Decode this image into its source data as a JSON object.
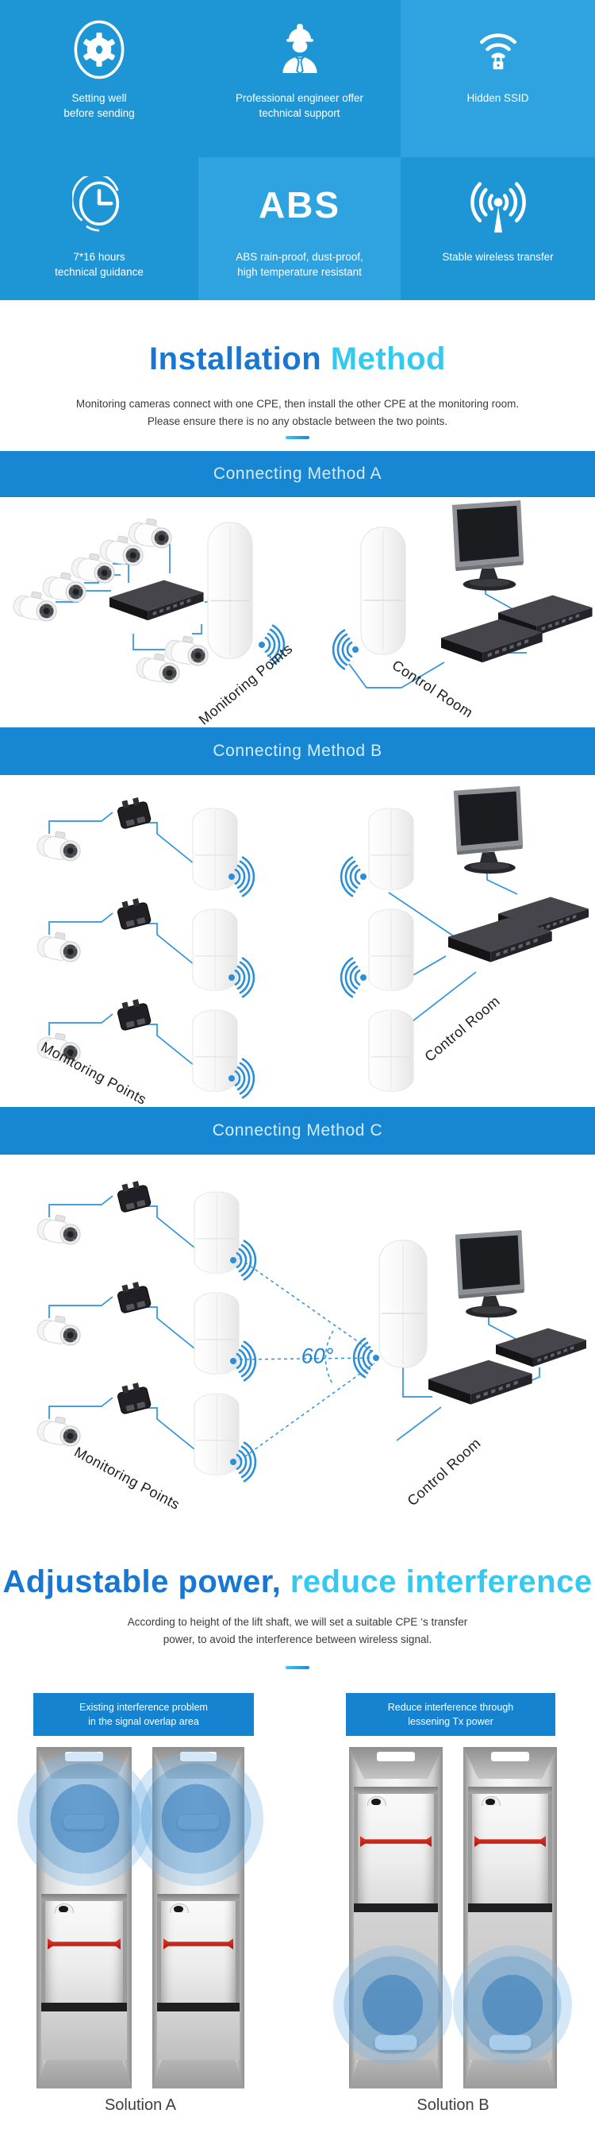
{
  "theme": {
    "base_blue": "#1E96D6",
    "light_tile_blue": "#2FA3DF",
    "banner_blue": "#1787D4",
    "solution_banner_blue": "#1583CF",
    "title_blue": "#1777D3",
    "title_cyan": "#35C9F0",
    "diagram_line_blue": "#2F93DC",
    "signal_blue": "#4A97D4",
    "red_bar": "#C22318"
  },
  "features": {
    "cells": [
      {
        "icon": "gear-icon",
        "label": "Setting well\nbefore sending"
      },
      {
        "icon": "engineer-icon",
        "label": "Professional engineer offer\ntechnical support"
      },
      {
        "icon": "wifi-lock-icon",
        "label": "Hidden SSID"
      },
      {
        "icon": "clock-icon",
        "label": "7*16 hours\ntechnical guidance"
      },
      {
        "icon": "abs-text",
        "big": "ABS",
        "label": "ABS rain-proof, dust-proof,\nhigh temperature resistant"
      },
      {
        "icon": "antenna-icon",
        "label": "Stable wireless transfer"
      }
    ]
  },
  "installation": {
    "title_primary": "Installation",
    "title_accent": " Method",
    "description": "Monitoring cameras connect with one CPE, then install the other CPE at the monitoring room.\nPlease ensure there is no any obstacle between the two points."
  },
  "methods": {
    "a": {
      "banner": "Connecting Method A",
      "monitoring_label": "Monitoring Points",
      "control_label": "Control Room"
    },
    "b": {
      "banner": "Connecting Method B",
      "monitoring_label": "Monitoring Points",
      "control_label": "Control Room"
    },
    "c": {
      "banner": "Connecting Method C",
      "monitoring_label": "Monitoring Points",
      "control_label": "Control Room",
      "angle_label": "60°"
    }
  },
  "adjustable": {
    "title_primary": "Adjustable power,",
    "title_accent": " reduce interference",
    "description": "According to height of the lift shaft, we will set a suitable CPE ‘s transfer\npower, to avoid the interference between wireless signal."
  },
  "solutions": {
    "a": {
      "banner": "Existing interference problem\nin the signal overlap area",
      "label": "Solution A"
    },
    "b": {
      "banner": "Reduce interference through\nlessening Tx power",
      "label": "Solution B"
    }
  }
}
